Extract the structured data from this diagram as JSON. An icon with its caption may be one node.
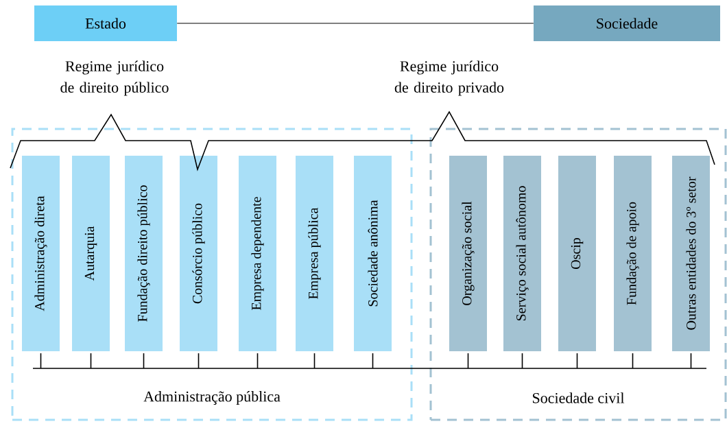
{
  "diagram": {
    "nodes": [
      {
        "text": [
          "Estado"
        ]
      },
      {
        "text": [
          "Sociedade"
        ]
      },
      {
        "text": [
          "Administração pública"
        ]
      },
      {
        "text": [
          "Sociedade civil"
        ]
      },
      {
        "text": [
          "Administração direta"
        ],
        "in": 2
      },
      {
        "text": [
          "Autarquia"
        ],
        "in": 2
      },
      {
        "text": [
          "Fundação direito público"
        ],
        "in": 2
      },
      {
        "text": [
          "Consórcio público"
        ],
        "in": 2
      },
      {
        "text": [
          "Empresa dependente"
        ],
        "in": 2
      },
      {
        "text": [
          "Empresa pública"
        ],
        "in": 2
      },
      {
        "text": [
          "Sociedade anônima"
        ],
        "in": 2
      },
      {
        "text": [
          "Organização social"
        ],
        "in": 3
      },
      {
        "text": [
          "Serviço social autônomo"
        ],
        "in": 3
      },
      {
        "text": [
          "Oscip"
        ],
        "in": 3
      },
      {
        "text": [
          "Fundação de apoio"
        ],
        "in": 3
      },
      {
        "text": [
          "Outras entidades do 3º setor"
        ],
        "in": 3
      }
    ],
    "edges": [
      {
        "from": 0,
        "to": 1,
        "arrow": "none"
      }
    ],
    "labels": [
      "Regime jurídico de direito público",
      "Regime jurídico de direito privado"
    ]
  }
}
